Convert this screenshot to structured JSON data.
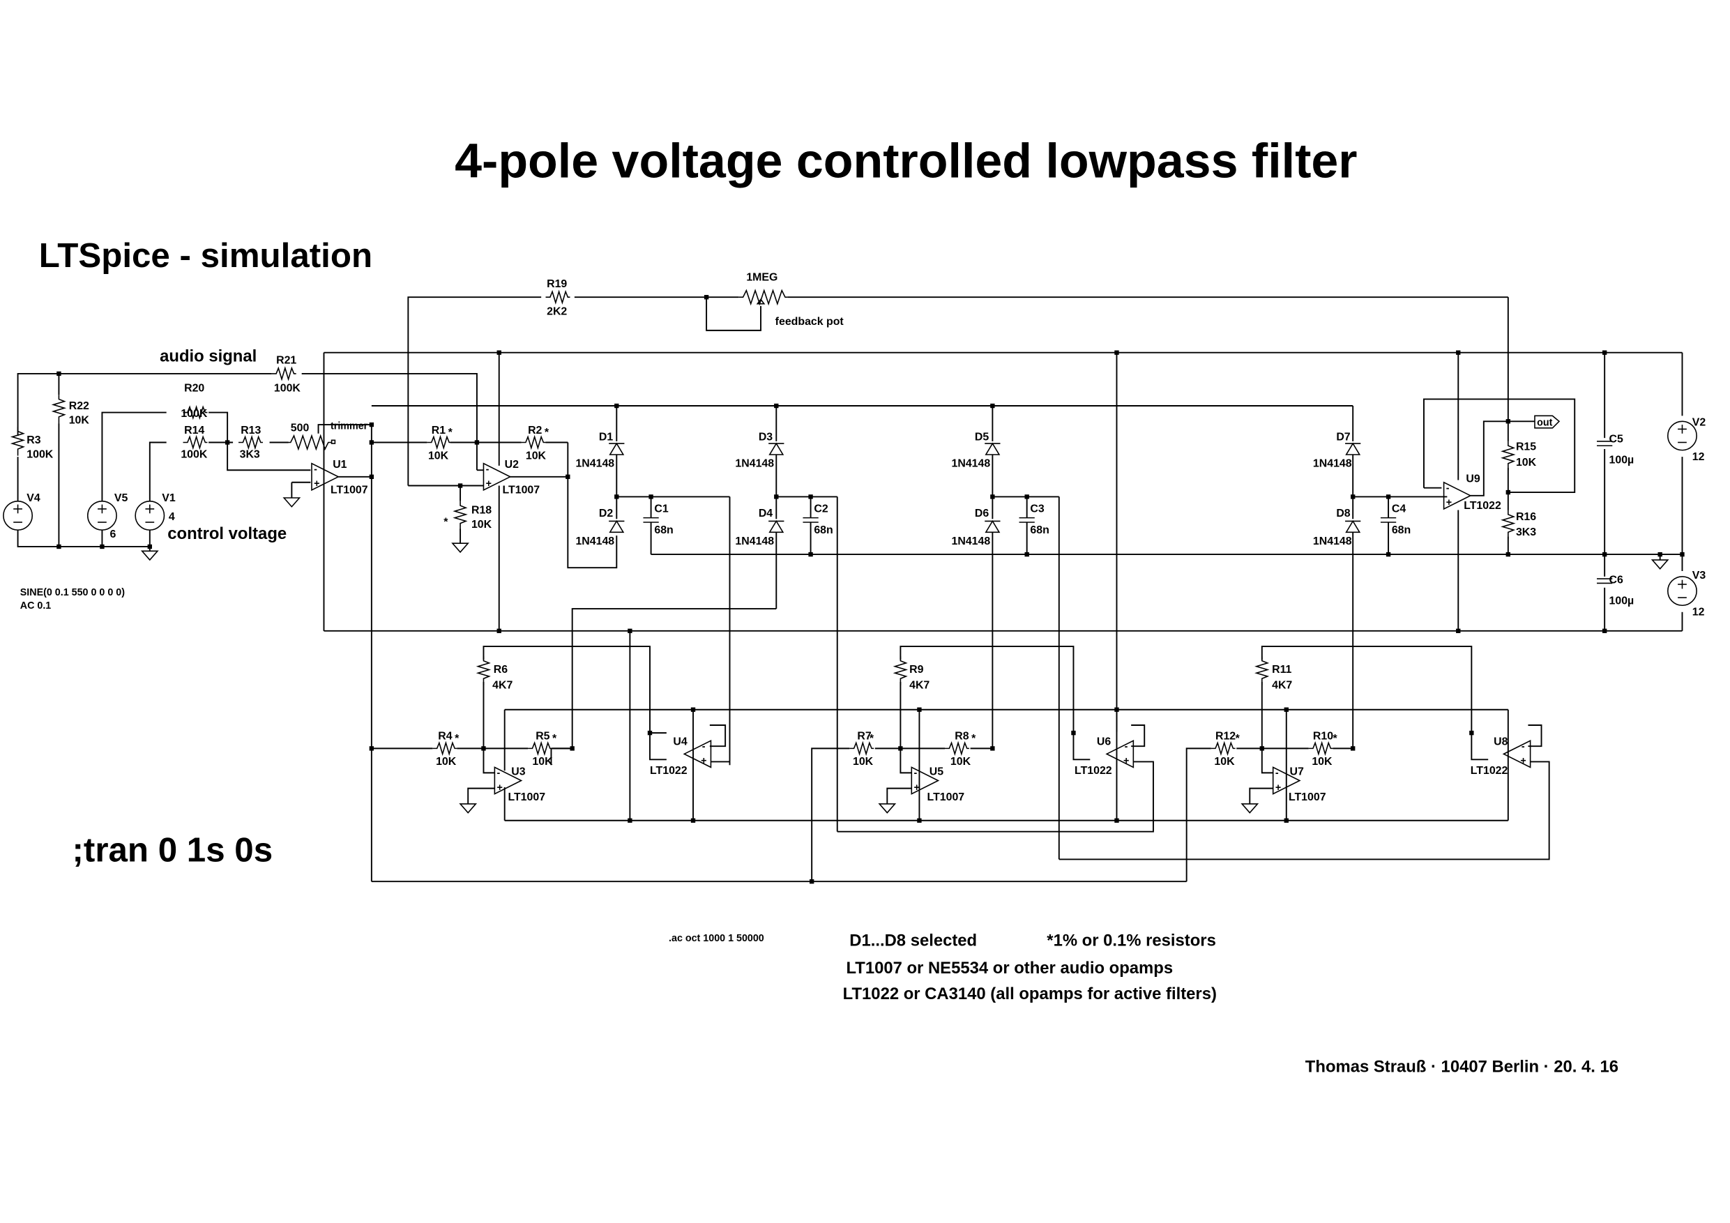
{
  "title": "4-pole voltage controlled lowpass filter",
  "subtitle": "LTSpice - simulation",
  "labels": {
    "audio_signal": "audio signal",
    "control_voltage": "control voltage",
    "feedback_pot": "feedback pot",
    "trimmer": "trimmer",
    "out": "out",
    "source_v4_spec": "SINE(0 0.1 550 0 0 0 0)",
    "source_v4_ac": "AC 0.1",
    "tran_directive": ";tran 0 1s 0s",
    "ac_directive": ".ac oct 1000 1 50000",
    "star": "*"
  },
  "notes": {
    "diodes": "D1...D8 selected",
    "resistors": "*1% or 0.1% resistors",
    "audio_opamps": "LT1007 or NE5534 or other audio opamps",
    "filter_opamps": "LT1022 or CA3140 (all opamps for active filters)",
    "author": "Thomas Strauß · 10407 Berlin · 20. 4. 16"
  },
  "components": {
    "R1": {
      "name": "R1",
      "value": "10K"
    },
    "R2": {
      "name": "R2",
      "value": "10K"
    },
    "R3": {
      "name": "R3",
      "value": "100K"
    },
    "R4": {
      "name": "R4",
      "value": "10K"
    },
    "R5": {
      "name": "R5",
      "value": "10K"
    },
    "R6": {
      "name": "R6",
      "value": "4K7"
    },
    "R7": {
      "name": "R7",
      "value": "10K"
    },
    "R8": {
      "name": "R8",
      "value": "10K"
    },
    "R9": {
      "name": "R9",
      "value": "4K7"
    },
    "R10": {
      "name": "R10",
      "value": "10K"
    },
    "R11": {
      "name": "R11",
      "value": "4K7"
    },
    "R12": {
      "name": "R12",
      "value": "10K"
    },
    "R13": {
      "name": "R13",
      "value": "3K3"
    },
    "R14": {
      "name": "R14",
      "value": "100K"
    },
    "R15": {
      "name": "R15",
      "value": "10K"
    },
    "R16": {
      "name": "R16",
      "value": "3K3"
    },
    "R18": {
      "name": "R18",
      "value": "10K"
    },
    "R19": {
      "name": "R19",
      "value": "2K2"
    },
    "R20": {
      "name": "R20",
      "value": "100K"
    },
    "R21": {
      "name": "R21",
      "value": "100K"
    },
    "R22": {
      "name": "R22",
      "value": "10K"
    },
    "POT_FB": {
      "value": "1MEG"
    },
    "POT_TRIM": {
      "value": "500"
    },
    "D1": {
      "name": "D1",
      "value": "1N4148"
    },
    "D2": {
      "name": "D2",
      "value": "1N4148"
    },
    "D3": {
      "name": "D3",
      "value": "1N4148"
    },
    "D4": {
      "name": "D4",
      "value": "1N4148"
    },
    "D5": {
      "name": "D5",
      "value": "1N4148"
    },
    "D6": {
      "name": "D6",
      "value": "1N4148"
    },
    "D7": {
      "name": "D7",
      "value": "1N4148"
    },
    "D8": {
      "name": "D8",
      "value": "1N4148"
    },
    "C1": {
      "name": "C1",
      "value": "68n"
    },
    "C2": {
      "name": "C2",
      "value": "68n"
    },
    "C3": {
      "name": "C3",
      "value": "68n"
    },
    "C4": {
      "name": "C4",
      "value": "68n"
    },
    "C5": {
      "name": "C5",
      "value": "100µ"
    },
    "C6": {
      "name": "C6",
      "value": "100µ"
    },
    "U1": {
      "name": "U1",
      "value": "LT1007"
    },
    "U2": {
      "name": "U2",
      "value": "LT1007"
    },
    "U3": {
      "name": "U3",
      "value": "LT1007"
    },
    "U4": {
      "name": "U4",
      "value": "LT1022"
    },
    "U5": {
      "name": "U5",
      "value": "LT1007"
    },
    "U6": {
      "name": "U6",
      "value": "LT1022"
    },
    "U7": {
      "name": "U7",
      "value": "LT1007"
    },
    "U8": {
      "name": "U8",
      "value": "LT1022"
    },
    "U9": {
      "name": "U9",
      "value": "LT1022"
    },
    "V1": {
      "name": "V1",
      "value": "4"
    },
    "V2": {
      "name": "V2",
      "value": "12"
    },
    "V3": {
      "name": "V3",
      "value": "12"
    },
    "V4": {
      "name": "V4",
      "value": ""
    },
    "V5": {
      "name": "V5",
      "value": "6"
    }
  }
}
